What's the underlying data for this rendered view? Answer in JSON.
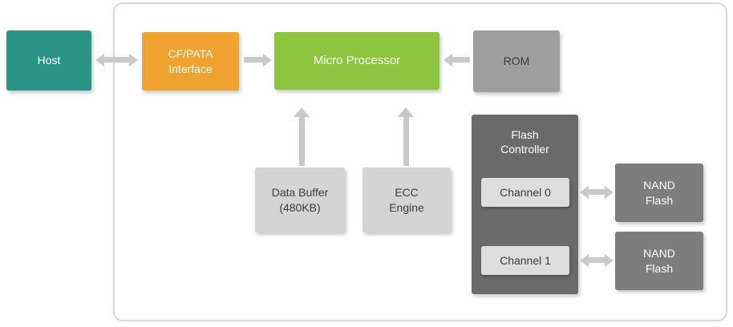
{
  "diagram": {
    "type": "block-diagram",
    "subject": "Storage controller architecture",
    "colors": {
      "host": "#2A9486",
      "cf_pata_interface": "#F0A330",
      "micro_processor": "#8CC640",
      "rom": "#9E9E9E",
      "data_buffer": "#D4D4D4",
      "ecc_engine": "#D4D4D4",
      "flash_controller": "#6A6A6A",
      "channel": "#DDDDDD",
      "nand_flash": "#7D7D7D",
      "arrow": "#C9C9C9",
      "frame_border": "#D8D8D8"
    },
    "blocks": {
      "host": {
        "label": "Host"
      },
      "cf_pata_interface": {
        "line1": "CF/PATA",
        "line2": "Interface"
      },
      "micro_processor": {
        "label": "Micro Processor"
      },
      "rom": {
        "label": "ROM"
      },
      "data_buffer": {
        "line1": "Data Buffer",
        "line2": "(480KB)"
      },
      "ecc_engine": {
        "line1": "ECC",
        "line2": "Engine"
      },
      "flash_controller": {
        "line1": "Flash",
        "line2": "Controller"
      },
      "channel_0": {
        "label": "Channel 0"
      },
      "channel_1": {
        "label": "Channel 1"
      },
      "nand_flash_0": {
        "line1": "NAND",
        "line2": "Flash"
      },
      "nand_flash_1": {
        "line1": "NAND",
        "line2": "Flash"
      }
    },
    "connections": [
      {
        "from": "host",
        "to": "cf_pata_interface",
        "direction": "bidirectional"
      },
      {
        "from": "cf_pata_interface",
        "to": "micro_processor",
        "direction": "right"
      },
      {
        "from": "rom",
        "to": "micro_processor",
        "direction": "left"
      },
      {
        "from": "data_buffer",
        "to": "micro_processor",
        "direction": "up"
      },
      {
        "from": "ecc_engine",
        "to": "micro_processor",
        "direction": "up"
      },
      {
        "from": "channel_0",
        "to": "nand_flash_0",
        "direction": "bidirectional"
      },
      {
        "from": "channel_1",
        "to": "nand_flash_1",
        "direction": "bidirectional"
      }
    ]
  }
}
